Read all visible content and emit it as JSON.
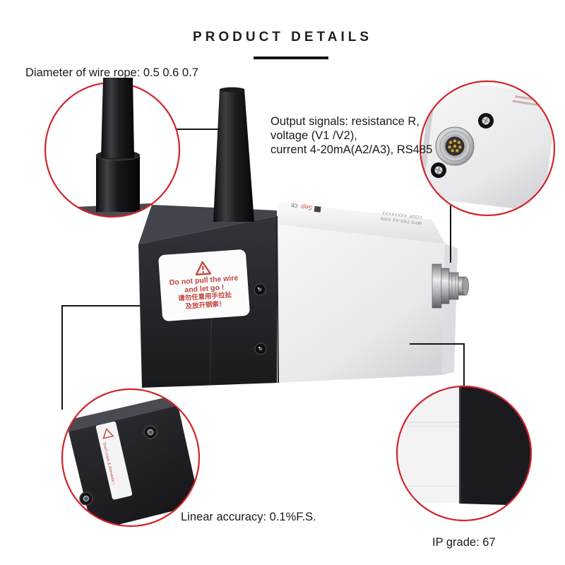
{
  "page": {
    "title": "PRODUCT DETAILS"
  },
  "callouts": {
    "wire_diameter": {
      "label": "Diameter of wire rope: 0.5 0.6 0.7"
    },
    "output_signals": {
      "line1": "Output signals: resistance R,",
      "line2": "voltage (V1 /V2),",
      "line3": "current 4-20mA(A2/A3), RS485"
    },
    "linear_accuracy": {
      "label": "Linear accuracy: 0.1%F.S."
    },
    "ip_grade": {
      "label": "IP grade: 67"
    }
  },
  "product": {
    "warning_label": {
      "line1": "Do not pull the wire",
      "line2": "and let go !",
      "line3": "请勿任意用手拉扯",
      "line4": "及放开钢索！"
    },
    "side_label_text": "Don't crack & dismantle !",
    "top_print": {
      "brand": "Sep",
      "ce": "CE",
      "model": "MPS-TBS-A2-1000",
      "code": "CODE XXXXXXXX"
    }
  },
  "colors": {
    "circle_red": "#d0252b",
    "warning_red": "#c2443c",
    "leader_line": "#141414"
  }
}
